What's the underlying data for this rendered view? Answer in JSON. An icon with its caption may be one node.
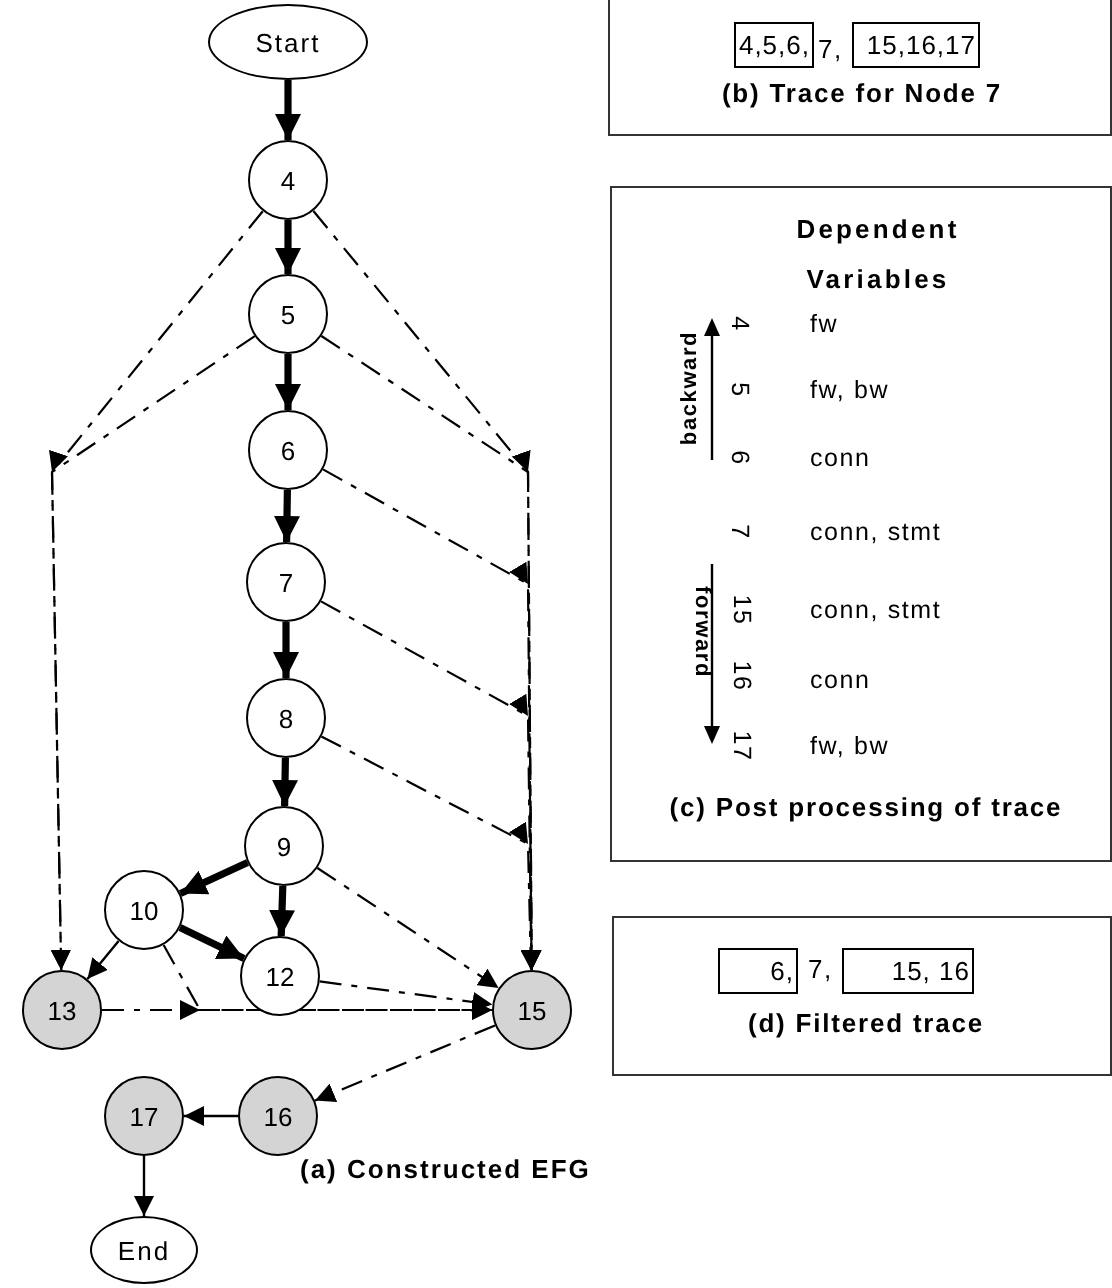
{
  "diagram": {
    "nodes": [
      {
        "text": [
          "Start"
        ]
      },
      {
        "text": [
          "4"
        ]
      },
      {
        "text": [
          "5"
        ]
      },
      {
        "text": [
          "6"
        ]
      },
      {
        "text": [
          "7"
        ]
      },
      {
        "text": [
          "8"
        ]
      },
      {
        "text": [
          "9"
        ]
      },
      {
        "text": [
          "10"
        ]
      },
      {
        "text": [
          "12"
        ]
      },
      {
        "text": [
          "13"
        ]
      },
      {
        "text": [
          "15"
        ]
      },
      {
        "text": [
          "16"
        ]
      },
      {
        "text": [
          "17"
        ]
      },
      {
        "text": [
          "End"
        ]
      },
      {
        "text": [
          "(b) Trace for Node 7"
        ]
      },
      {
        "text": [
          "4,5,6,"
        ],
        "in": 14
      },
      {
        "text": [
          "15,16,17"
        ],
        "in": 14
      },
      {
        "text": [
          "Dependent Variables",
          "(c) Post processing of trace"
        ]
      },
      {
        "text": [
          "(d) Filtered trace"
        ]
      },
      {
        "text": [
          "6,"
        ],
        "in": 18
      },
      {
        "text": [
          "15, 16"
        ],
        "in": 18
      }
    ],
    "edges": [
      {
        "from": 0,
        "to": 1,
        "arrow": "to",
        "style": "thick"
      },
      {
        "from": 1,
        "to": 2,
        "arrow": "to",
        "style": "thick"
      },
      {
        "from": 2,
        "to": 3,
        "arrow": "to",
        "style": "thick"
      },
      {
        "from": 3,
        "to": 4,
        "arrow": "to",
        "style": "thick"
      },
      {
        "from": 4,
        "to": 5,
        "arrow": "to",
        "style": "thick"
      },
      {
        "from": 5,
        "to": 6,
        "arrow": "to",
        "style": "thick"
      },
      {
        "from": 6,
        "to": 7,
        "arrow": "to",
        "style": "thick"
      },
      {
        "from": 6,
        "to": 8,
        "arrow": "to",
        "style": "thick"
      },
      {
        "from": 7,
        "to": 8,
        "arrow": "to",
        "style": "thick"
      },
      {
        "from": 7,
        "to": 9,
        "arrow": "to"
      },
      {
        "from": 1,
        "to": 9,
        "arrow": "to",
        "style": "dashed"
      },
      {
        "from": 2,
        "to": 9,
        "arrow": "to",
        "style": "dashed"
      },
      {
        "from": 1,
        "to": 10,
        "arrow": "to",
        "style": "dashed"
      },
      {
        "from": 2,
        "to": 10,
        "arrow": "to",
        "style": "dashed"
      },
      {
        "from": 3,
        "to": 10,
        "arrow": "to",
        "style": "dashed"
      },
      {
        "from": 4,
        "to": 10,
        "arrow": "to",
        "style": "dashed"
      },
      {
        "from": 5,
        "to": 10,
        "arrow": "to",
        "style": "dashed"
      },
      {
        "from": 6,
        "to": 10,
        "arrow": "to",
        "style": "dashed"
      },
      {
        "from": 7,
        "to": 10,
        "arrow": "to",
        "style": "dashed"
      },
      {
        "from": 8,
        "to": 10,
        "arrow": "to",
        "style": "dashed"
      },
      {
        "from": 9,
        "to": 10,
        "arrow": "to",
        "style": "dashed"
      },
      {
        "from": 10,
        "to": 11,
        "arrow": "to",
        "style": "dashed"
      },
      {
        "from": 11,
        "to": 12,
        "arrow": "to"
      },
      {
        "from": 12,
        "to": 13,
        "arrow": "to"
      }
    ],
    "labels": [
      "7,",
      "backward",
      "4",
      "fw",
      "5",
      "fw, bw",
      "6",
      "conn",
      "7",
      "conn, stmt",
      "forward",
      "15",
      "conn, stmt",
      "16",
      "conn",
      "17",
      "fw, bw",
      "7,",
      "(a) Constructed EFG"
    ]
  }
}
